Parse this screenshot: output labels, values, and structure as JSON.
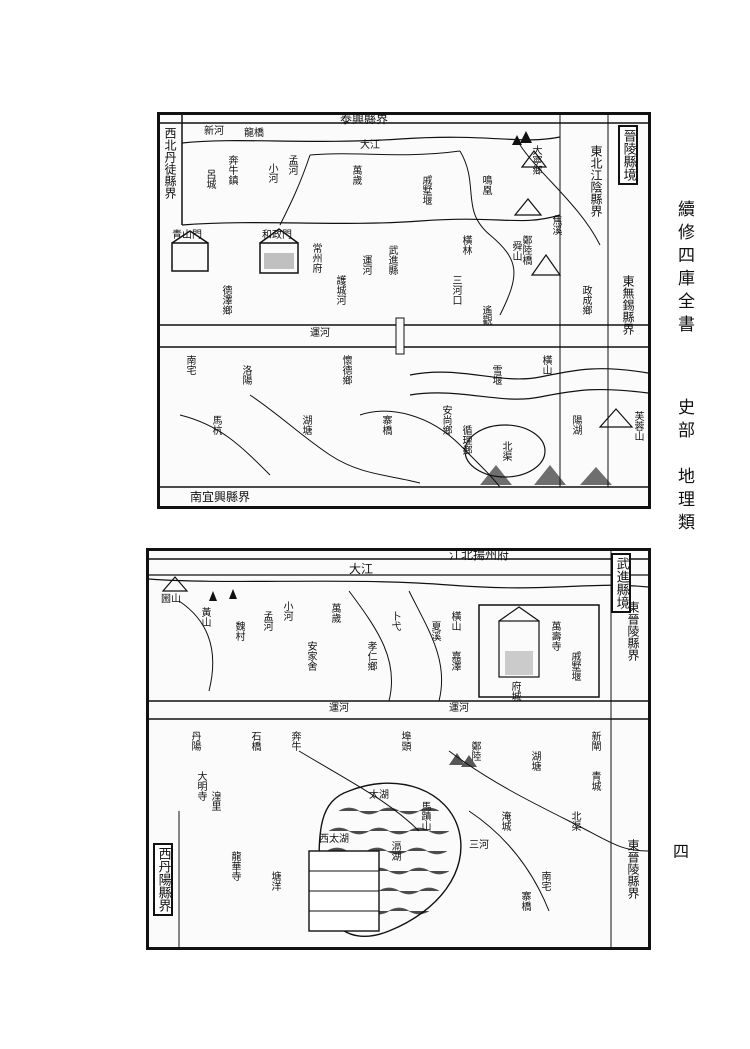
{
  "header": {
    "book_title": "續修四庫全書",
    "category": "史部　地理類",
    "page_number": "四"
  },
  "map_top": {
    "border_labels": {
      "top": "泰興縣界",
      "top_right": "晉陵縣境",
      "right_upper": "東北江陰縣界",
      "right_middle": "東無錫縣界",
      "left_top": "西北丹徒縣界",
      "bottom": "南宜興縣界"
    },
    "place_labels": [
      "新河",
      "龍橋",
      "大江",
      "奔牛鎮",
      "呂城",
      "小河",
      "孟河",
      "萬歲",
      "戚墅堰",
      "常州府",
      "運河",
      "護城河",
      "武進縣",
      "青山門",
      "和政門",
      "橫林",
      "雪堰",
      "洛陽",
      "湖塘",
      "寨橋",
      "大寧鄉",
      "馬杭",
      "鳴凰",
      "焦溪",
      "鄭陸橋",
      "三河口",
      "政成鄉",
      "懷德鄉",
      "安尚鄉",
      "德澤鄉",
      "循理鄉",
      "遙觀",
      "橫山",
      "芙蓉山",
      "舜山",
      "陽湖",
      "北渠",
      "南宅"
    ],
    "river_label": "運河"
  },
  "map_bottom": {
    "border_labels": {
      "top": "江北揚州府",
      "top_river": "大江",
      "top_left": "武進縣境",
      "right_upper": "東晉陵縣界",
      "right_lower": "東晉陵縣界",
      "left_bottom": "西丹陽縣界"
    },
    "place_labels": [
      "圌山",
      "黃山",
      "孟河",
      "小河",
      "萬歲",
      "安家舍",
      "石橋",
      "奔牛",
      "卜弋",
      "孝仁鄉",
      "丹陽",
      "夏溪",
      "埠頭",
      "橫山",
      "鄭陸",
      "湟里",
      "湖塘",
      "嘉澤",
      "太湖",
      "西太湖",
      "滆湖",
      "馬蹟山",
      "南宅",
      "北渠",
      "魏村",
      "新閘",
      "戚墅堰",
      "青城",
      "大明寺",
      "龍華寺",
      "萬壽寺",
      "三河",
      "運河",
      "府城",
      "淹城",
      "塘洋",
      "寨橋"
    ],
    "river_label": "運河"
  }
}
